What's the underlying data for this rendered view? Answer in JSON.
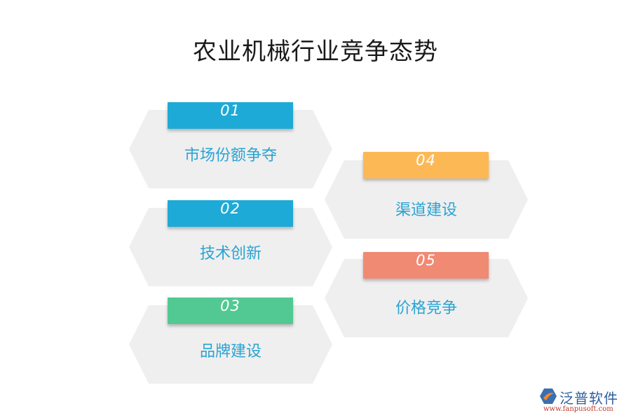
{
  "title": "农业机械行业竞争态势",
  "colors": {
    "hex_fill": "#efefef",
    "label_text": "#2aa3d3",
    "badge_01": "#1eaad6",
    "badge_02": "#1eaad6",
    "badge_03": "#52c992",
    "badge_04": "#fdb856",
    "badge_05": "#f08a73"
  },
  "items": [
    {
      "num": "01",
      "label": "市场份额争夺"
    },
    {
      "num": "02",
      "label": "技术创新"
    },
    {
      "num": "03",
      "label": "品牌建设"
    },
    {
      "num": "04",
      "label": "渠道建设"
    },
    {
      "num": "05",
      "label": "价格竞争"
    }
  ],
  "logo": {
    "icon": "fanpu-logo-icon",
    "name": "泛普软件",
    "url": "www.fanpusoft.com"
  }
}
